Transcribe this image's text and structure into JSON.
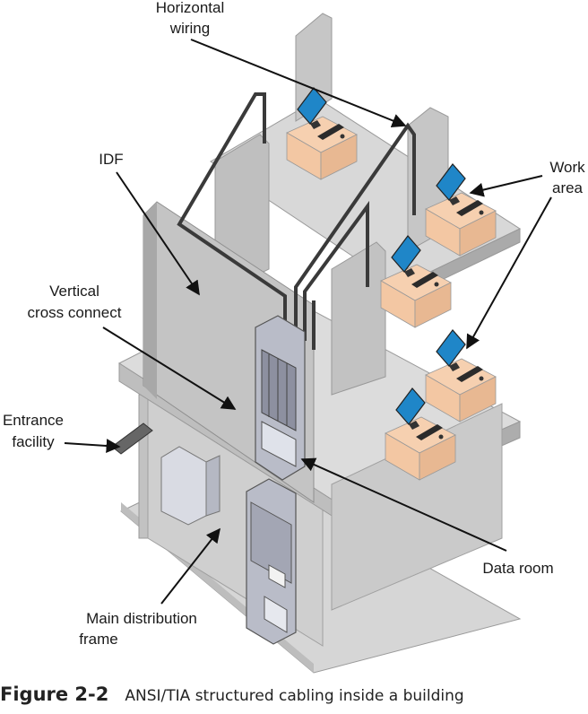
{
  "labels": {
    "horizontal_wiring": [
      "Horizontal",
      "wiring"
    ],
    "idf": "IDF",
    "work_area": [
      "Work",
      "area"
    ],
    "vertical_cross_connect": [
      "Vertical",
      "cross connect"
    ],
    "entrance_facility": [
      "Entrance",
      "facility"
    ],
    "data_room": "Data room",
    "main_distribution_frame": [
      "Main distribution",
      "frame"
    ]
  },
  "caption": {
    "figure": "Figure 2-2",
    "text": "ANSI/TIA structured cabling inside a building"
  },
  "colors": {
    "floor": "#d4d4d4",
    "wall": "#c8c8c8",
    "wall_dark": "#a9a9a9",
    "desk": "#f6d0b0",
    "desk_dark": "#e8b892",
    "monitor": "#1f86c8",
    "cable": "#3a3a3a",
    "rack": "#b9bcc8"
  }
}
